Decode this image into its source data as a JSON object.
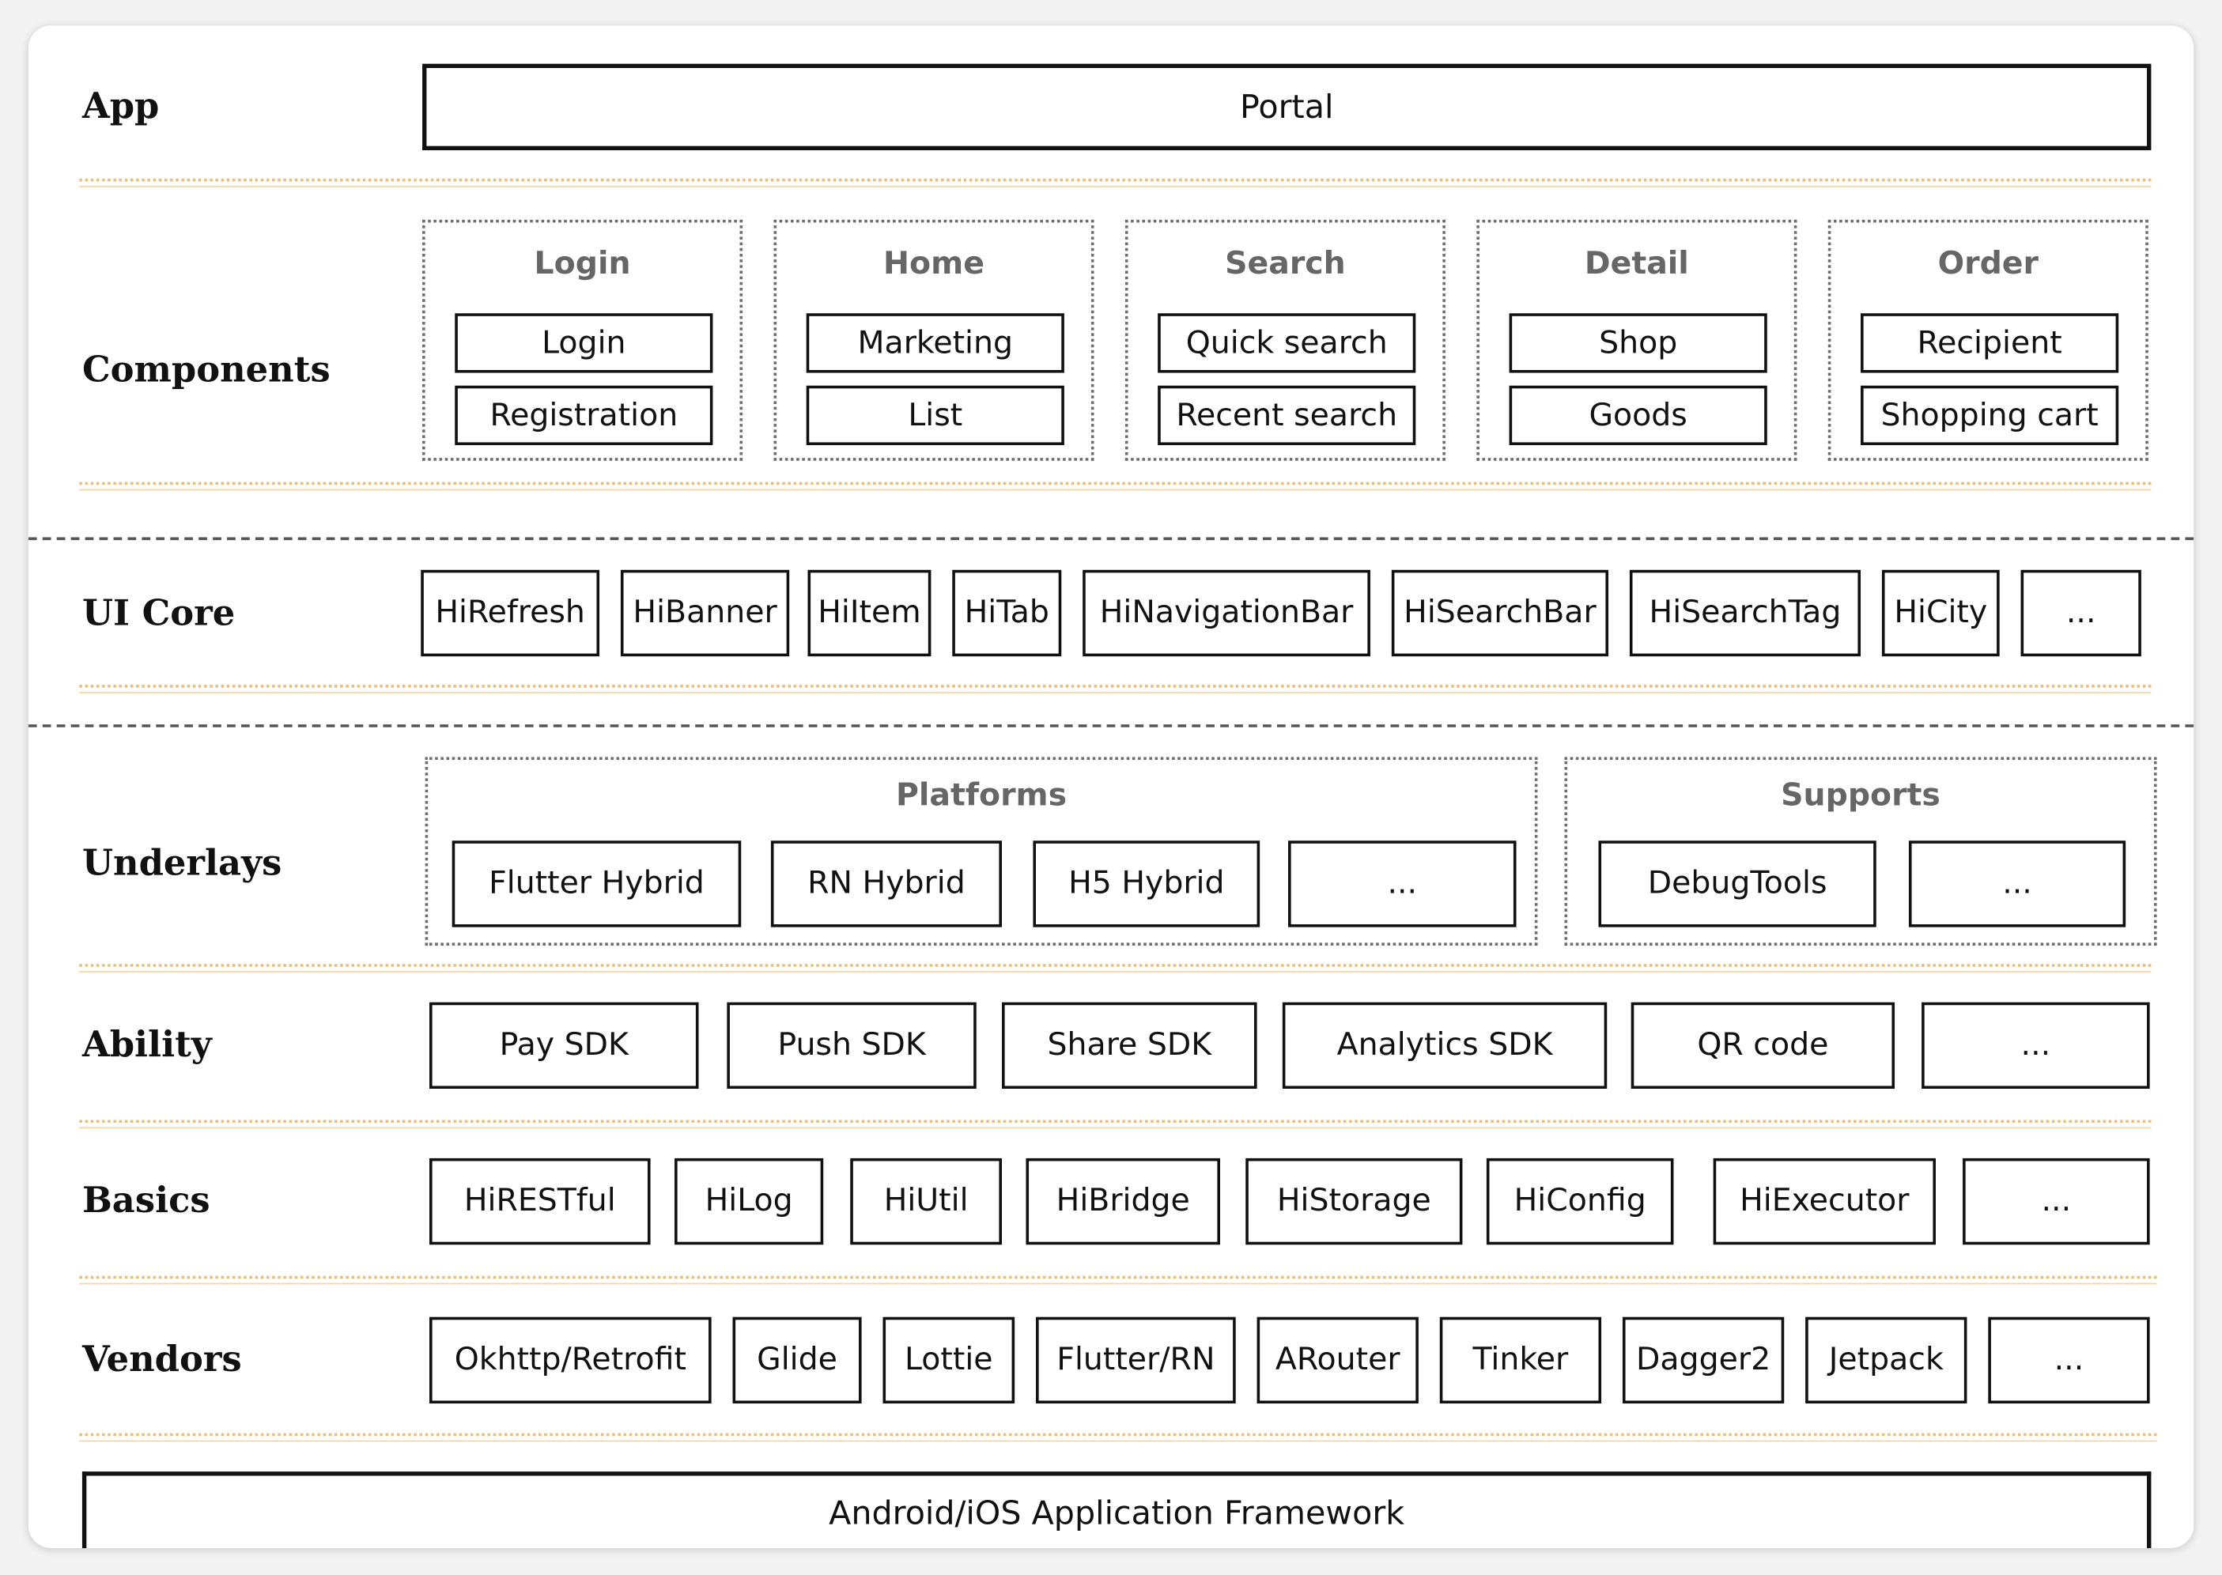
{
  "app": {
    "label": "App",
    "portal": "Portal"
  },
  "components": {
    "label": "Components",
    "groups": [
      {
        "title": "Login",
        "items": [
          "Login",
          "Registration"
        ]
      },
      {
        "title": "Home",
        "items": [
          "Marketing",
          "List"
        ]
      },
      {
        "title": "Search",
        "items": [
          "Quick search",
          "Recent search"
        ]
      },
      {
        "title": "Detail",
        "items": [
          "Shop",
          "Goods"
        ]
      },
      {
        "title": "Order",
        "items": [
          "Recipient",
          "Shopping cart"
        ]
      }
    ]
  },
  "ui_core": {
    "label": "UI Core",
    "items": [
      "HiRefresh",
      "HiBanner",
      "HiItem",
      "HiTab",
      "HiNavigationBar",
      "HiSearchBar",
      "HiSearchTag",
      "HiCity",
      "..."
    ]
  },
  "underlays": {
    "label": "Underlays",
    "platforms": {
      "title": "Platforms",
      "items": [
        "Flutter Hybrid",
        "RN Hybrid",
        "H5 Hybrid",
        "..."
      ]
    },
    "supports": {
      "title": "Supports",
      "items": [
        "DebugTools",
        "..."
      ]
    }
  },
  "ability": {
    "label": "Ability",
    "items": [
      "Pay SDK",
      "Push SDK",
      "Share SDK",
      "Analytics SDK",
      "QR code",
      "..."
    ]
  },
  "basics": {
    "label": "Basics",
    "items": [
      "HiRESTful",
      "HiLog",
      "HiUtil",
      "HiBridge",
      "HiStorage",
      "HiConfig",
      "HiExecutor",
      "..."
    ]
  },
  "vendors": {
    "label": "Vendors",
    "items": [
      "Okhttp/Retrofit",
      "Glide",
      "Lottie",
      "Flutter/RN",
      "ARouter",
      "Tinker",
      "Dagger2",
      "Jetpack",
      "..."
    ]
  },
  "framework": {
    "label": "Android/iOS Application Framework"
  }
}
